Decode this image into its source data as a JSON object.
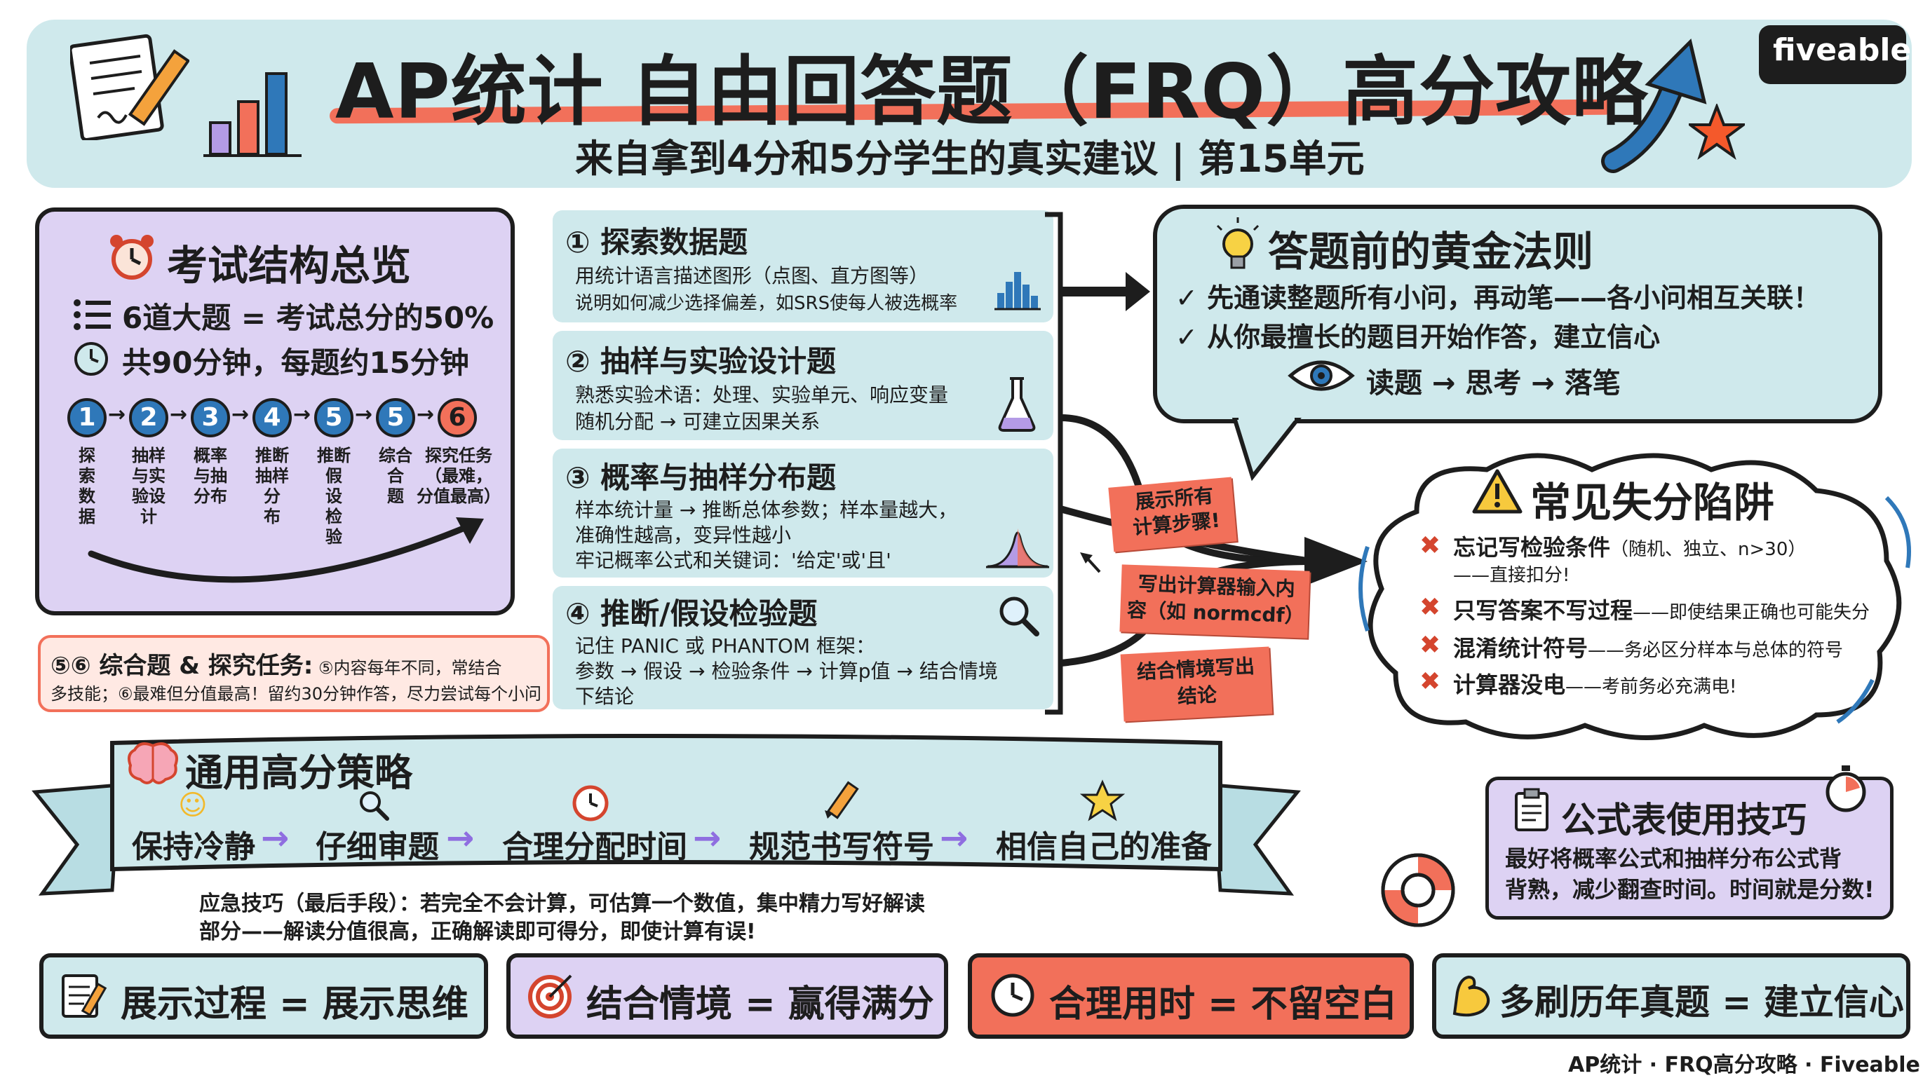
{
  "header": {
    "title": "AP统计 自由回答题（FRQ）高分攻略",
    "subtitle": "来自拿到4分和5分学生的真实建议 | 第15单元",
    "brand": "fiveable"
  },
  "exam_structure": {
    "title": "考试结构总览",
    "line1": "6道大题 = 考试总分的50%",
    "line2": "共90分钟，每题约15分钟",
    "steps": [
      {
        "num": "1",
        "label": "探\n索\n数\n据"
      },
      {
        "num": "2",
        "label": "抽样\n与实\n验设\n计"
      },
      {
        "num": "3",
        "label": "概率\n与抽\n分布"
      },
      {
        "num": "4",
        "label": "推断\n抽样\n分\n布"
      },
      {
        "num": "5",
        "label": "推断\n假\n设\n检\n验"
      },
      {
        "num": "5",
        "label": "综合\n合\n题"
      },
      {
        "num": "6",
        "label": "探究任务\n（最难，\n分值最高）"
      }
    ]
  },
  "combo_note": {
    "title": "⑤⑥ 综合题 & 探究任务:",
    "text_a": " ⑤内容每年不同，常结合",
    "text_b": "多技能；⑥最难但分值最高！留约30分钟作答，尽力尝试每个小问"
  },
  "questions": [
    {
      "title": "① 探索数据题",
      "lines": [
        "用统计语言描述图形（点图、直方图等）",
        "说明如何减少选择偏差，如SRS使每人被选概率"
      ]
    },
    {
      "title": "② 抽样与实验设计题",
      "lines": [
        "熟悉实验术语：处理、实验单元、响应变量",
        "随机分配 → 可建立因果关系"
      ]
    },
    {
      "title": "③ 概率与抽样分布题",
      "lines": [
        "样本统计量 → 推断总体参数；样本量越大，",
        "准确性越高，变异性越小",
        "牢记概率公式和关键词：'给定'或'且'"
      ]
    },
    {
      "title": "④ 推断/假设检验题",
      "lines": [
        "记住 PANIC 或 PHANTOM 框架：",
        "参数 → 假设 → 检验条件 → 计算p值 → 结合情境",
        "下结论"
      ]
    }
  ],
  "notes": [
    "展示所有\n计算步骤!",
    "写出计算器输入内\n容（如 normcdf）",
    "结合情境写出\n结论"
  ],
  "golden_rules": {
    "title": "答题前的黄金法则",
    "rule1": "✓ 先通读整题所有小问，再动笔——各小问相互关联！",
    "rule2": "✓ 从你最擅长的题目开始作答，建立信心",
    "flow": "读题 → 思考 → 落笔"
  },
  "pitfalls": {
    "title": "常见失分陷阱",
    "items": [
      {
        "main": "忘记写检验条件",
        "detail": "（随机、独立、n>30）",
        "detail2": "——直接扣分!"
      },
      {
        "main": "只写答案不写过程",
        "detail": "——即使结果正确也可能失分",
        "detail2": ""
      },
      {
        "main": "混淆统计符号",
        "detail": "——务必区分样本与总体的符号",
        "detail2": ""
      },
      {
        "main": "计算器没电",
        "detail": "——考前务必充满电!",
        "detail2": ""
      }
    ]
  },
  "strategy": {
    "title": "通用高分策略",
    "steps": [
      "保持冷静",
      "仔细审题",
      "合理分配时间",
      "规范书写符号",
      "相信自己的准备"
    ],
    "emergency1": "应急技巧（最后手段）：若完全不会计算，可估算一个数值，集中精力写好解读",
    "emergency2": "部分——解读分值很高，正确解读即可得分，即使计算有误!"
  },
  "formula": {
    "title": "公式表使用技巧",
    "line1": "最好将概率公式和抽样分布公式背",
    "line2": "背熟，减少翻查时间。时间就是分数!"
  },
  "bottom": [
    {
      "text": "展示过程 = 展示思维",
      "color": "#cfe9ec"
    },
    {
      "text": "结合情境 = 赢得满分",
      "color": "#ddd2f3"
    },
    {
      "text": "合理用时 = 不留空白",
      "color": "#f2705a"
    },
    {
      "text": "多刷历年真题 = 建立信心",
      "color": "#cfe9ec"
    }
  ],
  "footer": "AP统计 · FRQ高分攻略 · Fiveable",
  "colors": {
    "teal": "#cfe9ec",
    "lavender": "#ddd2f3",
    "coral": "#f2705a",
    "blue": "#2f78b9",
    "orange": "#f4592b"
  }
}
